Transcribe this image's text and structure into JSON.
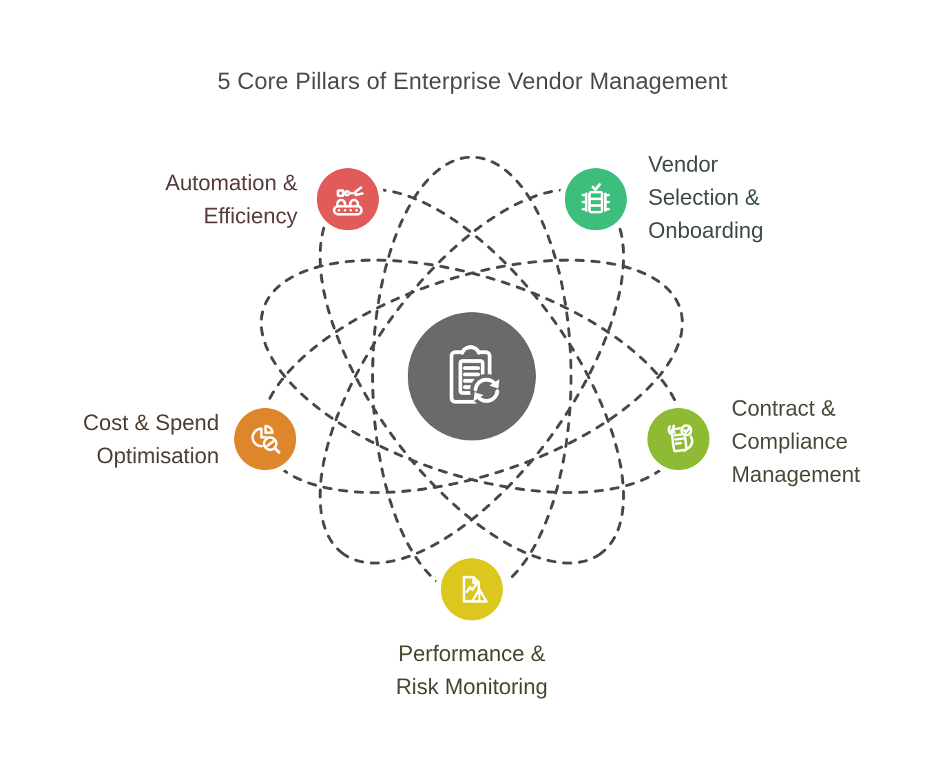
{
  "title": "5 Core Pillars of Enterprise Vendor Management",
  "title_color": "#4d4d4d",
  "diagram": {
    "orbit_stroke": "#47494a",
    "background": "#ffffff"
  },
  "center": {
    "icon": "clipboard-sync-icon",
    "color": "#6a6a6a"
  },
  "pillars": [
    {
      "id": "automation-efficiency",
      "label": "Automation &\nEfficiency",
      "color": "#e15b5b",
      "text_color": "#5a3f3f",
      "icon": "robot-arm-conveyor-icon"
    },
    {
      "id": "vendor-selection",
      "label": "Vendor\nSelection &\nOnboarding",
      "color": "#3dbe7c",
      "text_color": "#3c4f44",
      "icon": "server-check-icon"
    },
    {
      "id": "cost-spend",
      "label": "Cost & Spend\nOptimisation",
      "color": "#de862b",
      "text_color": "#4f4337",
      "icon": "pie-chart-magnifier-icon"
    },
    {
      "id": "contract-compliance",
      "label": "Contract &\nCompliance\nManagement",
      "color": "#8fba33",
      "text_color": "#4a4e3a",
      "icon": "contract-approval-icon"
    },
    {
      "id": "performance-risk",
      "label": "Performance &\nRisk Monitoring",
      "color": "#dcc71f",
      "text_color": "#4b4930",
      "icon": "report-warning-icon"
    }
  ]
}
